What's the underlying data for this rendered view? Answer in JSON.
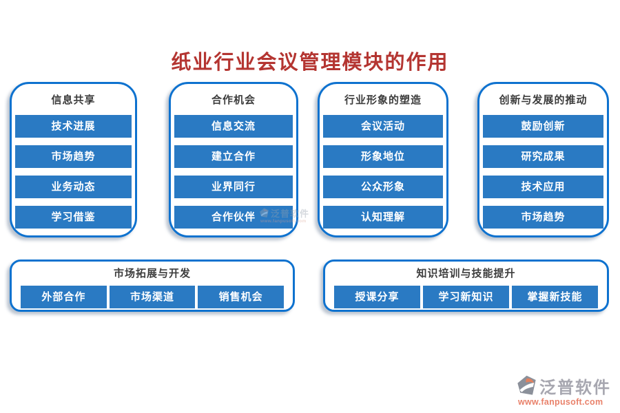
{
  "title": "纸业行业会议管理模块的作用",
  "colors": {
    "accent": "#2a7ac3",
    "card_border": "#0e72cf",
    "title_red": "#b43531",
    "brand_gray": "#a7a7b0",
    "brand_orange": "#e9826b"
  },
  "cards": [
    {
      "header": "信息共享",
      "items": [
        "技术进展",
        "市场趋势",
        "业务动态",
        "学习借鉴"
      ]
    },
    {
      "header": "合作机会",
      "items": [
        "信息交流",
        "建立合作",
        "业界同行",
        "合作伙伴"
      ]
    },
    {
      "header": "行业形象的塑造",
      "items": [
        "会议活动",
        "形象地位",
        "公众形象",
        "认知理解"
      ]
    },
    {
      "header": "创新与发展的推动",
      "items": [
        "鼓励创新",
        "研究成果",
        "技术应用",
        "市场趋势"
      ]
    }
  ],
  "bottom_cards": [
    {
      "header": "市场拓展与开发",
      "items": [
        "外部合作",
        "市场渠道",
        "销售机会"
      ]
    },
    {
      "header": "知识培训与技能提升",
      "items": [
        "授课分享",
        "学习新知识",
        "掌握新技能"
      ]
    }
  ],
  "branding": {
    "name": "泛普软件",
    "url": "www.fanpusoft.com"
  }
}
